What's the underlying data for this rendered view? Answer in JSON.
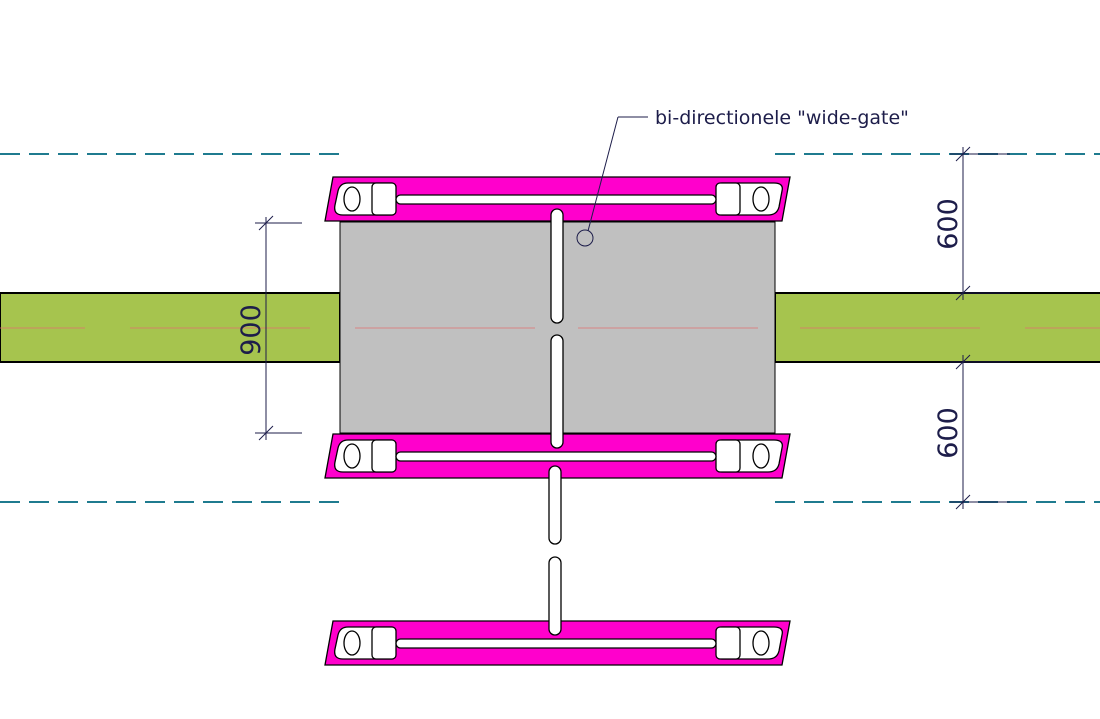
{
  "annotation": {
    "label": "bi-directionele \"wide-gate\""
  },
  "dimensions": {
    "passage_width": "900",
    "upper_clearance": "600",
    "lower_clearance": "600"
  },
  "colors": {
    "cabinet": "#ff00cc",
    "gate_area": "#c0c0c0",
    "path": "#a6c44e",
    "boundary_line": "#1f7b8f",
    "centerline": "#e07070",
    "dimension_ink": "#1d1d4a"
  }
}
